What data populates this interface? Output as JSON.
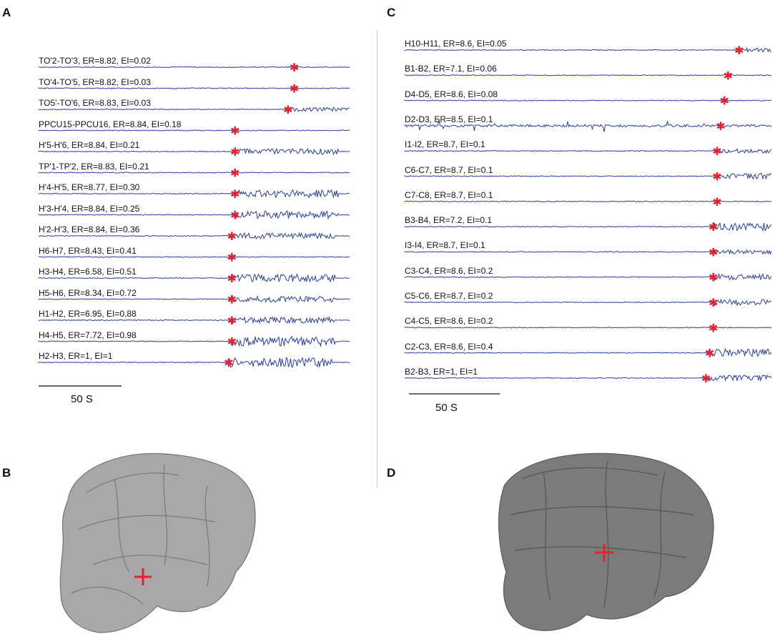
{
  "panels": {
    "A": "A",
    "B": "B",
    "C": "C",
    "D": "D"
  },
  "colors": {
    "trace": "#2b3ea0",
    "marker": "#e8202a",
    "brain_fill": "#8a8a8a"
  },
  "panel_a": {
    "scale_label": "50 S",
    "traces": [
      {
        "label": "TO'2-TO'3, ER=8.82, EI=0.02",
        "onset": 0.82,
        "burst": 0
      },
      {
        "label": "TO'4-TO'5, ER=8.82, EI=0.03",
        "onset": 0.82,
        "burst": 0
      },
      {
        "label": "TO5'-TO'6, ER=8.83, EI=0.03",
        "onset": 0.8,
        "burst": 1
      },
      {
        "label": "PPCU15-PPCU16, ER=8.84, EI=0.18",
        "onset": 0.63,
        "burst": 0
      },
      {
        "label": "H'5-H'6, ER=8.84, EI=0.21",
        "onset": 0.63,
        "burst": 2
      },
      {
        "label": "TP'1-TP'2, ER=8.83, EI=0.21",
        "onset": 0.63,
        "burst": 0
      },
      {
        "label": "H'4-H'5, ER=8.77, EI=0.30",
        "onset": 0.63,
        "burst": 3
      },
      {
        "label": "H'3-H'4, ER=8.84, EI=0.25",
        "onset": 0.63,
        "burst": 3
      },
      {
        "label": "H'2-H'3, ER=8.84, EI=0.36",
        "onset": 0.62,
        "burst": 2
      },
      {
        "label": "H6-H7, ER=8.43, EI=0.41",
        "onset": 0.62,
        "burst": 0
      },
      {
        "label": "H3-H4, ER=6.58, EI=0.51",
        "onset": 0.62,
        "burst": 3
      },
      {
        "label": "H5-H6, ER=8.34, EI=0.72",
        "onset": 0.62,
        "burst": 2
      },
      {
        "label": "H1-H2, ER=6.95, EI=0.88",
        "onset": 0.62,
        "burst": 2
      },
      {
        "label": "H4-H5, ER=7.72, EI=0.98",
        "onset": 0.62,
        "burst": 4
      },
      {
        "label": "H2-H3, ER=1, EI=1",
        "onset": 0.61,
        "burst": 4
      }
    ]
  },
  "panel_c": {
    "scale_label": "50 S",
    "traces": [
      {
        "label": "H10-H11, ER=8.6, EI=0.05",
        "onset": 0.91,
        "burst": 1
      },
      {
        "label": "B1-B2, ER=7.1, EI=0.06",
        "onset": 0.88,
        "burst": 0
      },
      {
        "label": "D4-D5, ER=8.6, EI=0.08",
        "onset": 0.87,
        "burst": 0
      },
      {
        "label": "D2-D3, ER=8.5, EI=0.1",
        "onset": 0.86,
        "burst": 5
      },
      {
        "label": "I1-I2, ER=8.7, EI=0.1",
        "onset": 0.85,
        "burst": 1
      },
      {
        "label": "C6-C7, ER=8.7, EI=0.1",
        "onset": 0.85,
        "burst": 2
      },
      {
        "label": "C7-C8, ER=8.7, EI=0.1",
        "onset": 0.85,
        "burst": 0
      },
      {
        "label": "B3-B4, ER=7.2, EI=0.1",
        "onset": 0.84,
        "burst": 3
      },
      {
        "label": "I3-I4, ER=8.7, EI=0.1",
        "onset": 0.84,
        "burst": 1
      },
      {
        "label": "C3-C4, ER=8.6, EI=0.2",
        "onset": 0.84,
        "burst": 2
      },
      {
        "label": "C5-C6, ER=8.7, EI=0.2",
        "onset": 0.84,
        "burst": 2
      },
      {
        "label": "C4-C5, ER=8.6, EI=0.2",
        "onset": 0.84,
        "burst": 0
      },
      {
        "label": "C2-C3, ER=8.6, EI=0.4",
        "onset": 0.83,
        "burst": 3
      },
      {
        "label": "B2-B3, ER=1, EI=1",
        "onset": 0.82,
        "burst": 2
      }
    ]
  }
}
